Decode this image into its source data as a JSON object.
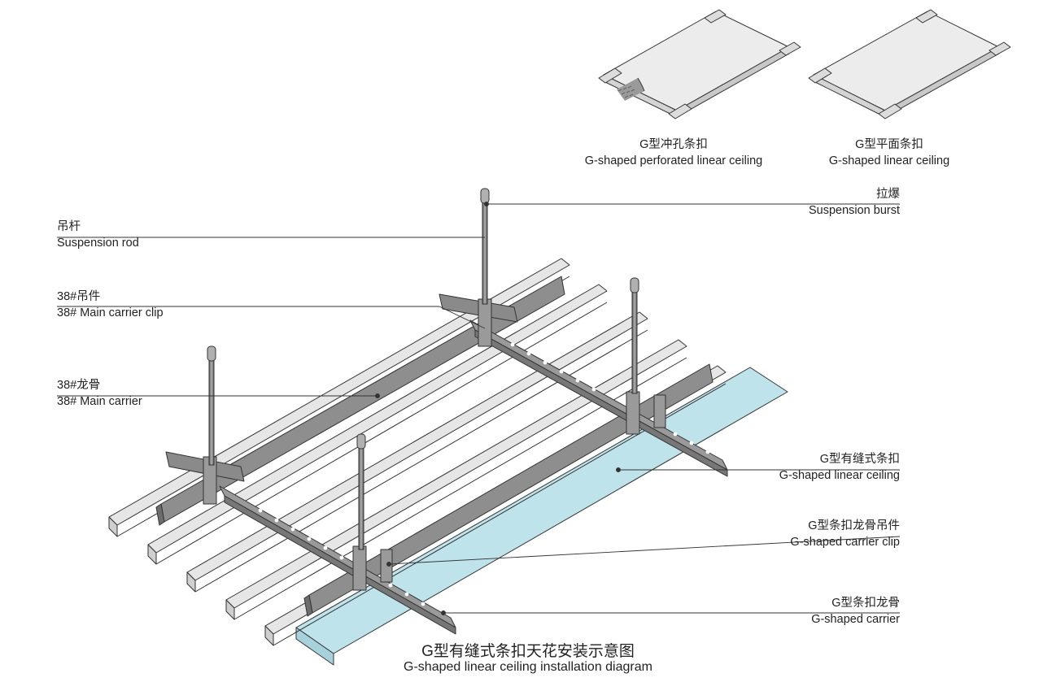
{
  "products": {
    "perforated": {
      "cn": "G型冲孔条扣",
      "en": "G-shaped perforated linear ceiling"
    },
    "flat": {
      "cn": "G型平面条扣",
      "en": "G-shaped linear ceiling"
    }
  },
  "callouts": {
    "suspension_rod": {
      "cn": "吊杆",
      "en": "Suspension rod"
    },
    "main_carrier_clip": {
      "cn": "38#吊件",
      "en": "38#  Main carrier clip"
    },
    "main_carrier": {
      "cn": "38#龙骨",
      "en": "38# Main carrier"
    },
    "suspension_burst": {
      "cn": "拉爆",
      "en": "Suspension burst"
    },
    "linear_ceiling": {
      "cn": "G型有缝式条扣",
      "en": "G-shaped linear ceiling"
    },
    "carrier_clip": {
      "cn": "G型条扣龙骨吊件",
      "en": "G-shaped carrier clip"
    },
    "carrier": {
      "cn": "G型条扣龙骨",
      "en": "G-shaped carrier"
    }
  },
  "title": {
    "cn": "G型有缝式条扣天花安装示意图",
    "en": "G-shaped linear ceiling installation diagram"
  },
  "colors": {
    "panel_fill": "#e8e8e8",
    "panel_shadow": "#cfcfcf",
    "highlight_panel": "#bfe3ea",
    "carrier_fill": "#8e8e8e",
    "carrier_dark": "#6d6d6d",
    "line": "#333333"
  }
}
